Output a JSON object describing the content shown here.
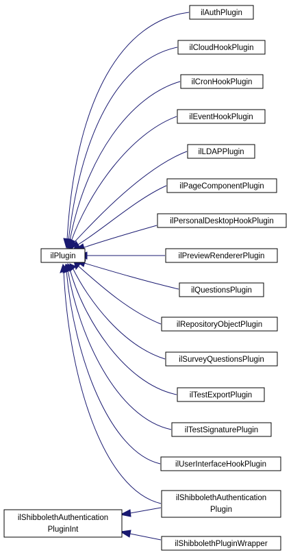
{
  "diagram": {
    "colors": {
      "edge": "#191970",
      "node_border": "#000000",
      "node_fill": "#ffffff"
    },
    "nodes": {
      "ilPlugin": "ilPlugin",
      "ilAuthPlugin": "ilAuthPlugin",
      "ilCloudHookPlugin": "ilCloudHookPlugin",
      "ilCronHookPlugin": "ilCronHookPlugin",
      "ilEventHookPlugin": "ilEventHookPlugin",
      "ilLDAPPlugin": "ilLDAPPlugin",
      "ilPageComponentPlugin": "ilPageComponentPlugin",
      "ilPersonalDesktopHookPlugin": "ilPersonalDesktopHookPlugin",
      "ilPreviewRendererPlugin": "ilPreviewRendererPlugin",
      "ilQuestionsPlugin": "ilQuestionsPlugin",
      "ilRepositoryObjectPlugin": "ilRepositoryObjectPlugin",
      "ilSurveyQuestionsPlugin": "ilSurveyQuestionsPlugin",
      "ilTestExportPlugin": "ilTestExportPlugin",
      "ilTestSignaturePlugin": "ilTestSignaturePlugin",
      "ilUserInterfaceHookPlugin": "ilUserInterfaceHookPlugin",
      "ilShibbolethAuthenticationPlugin_1": "ilShibbolethAuthentication",
      "ilShibbolethAuthenticationPlugin_2": "Plugin",
      "ilShibbolethAuthenticationPluginInt_1": "ilShibbolethAuthentication",
      "ilShibbolethAuthenticationPluginInt_2": "PluginInt",
      "ilShibbolethPluginWrapper": "ilShibbolethPluginWrapper"
    }
  }
}
